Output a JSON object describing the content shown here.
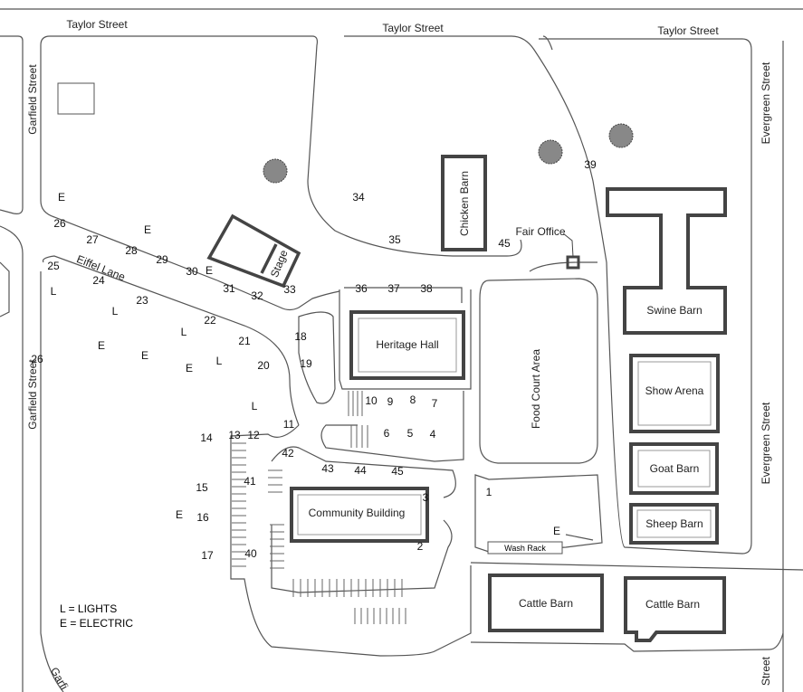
{
  "streets": {
    "taylor": "Taylor Street",
    "garfield": "Garfield Street",
    "garfield_partial": "Garfi",
    "evergreen": "Evergreen Street",
    "evergreen_partial": "Street",
    "eiffel": "Eiffel Lane"
  },
  "buildings": {
    "chicken_barn": "Chicken Barn",
    "heritage_hall": "Heritage Hall",
    "community_building": "Community Building",
    "swine_barn": "Swine Barn",
    "show_arena": "Show Arena",
    "goat_barn": "Goat Barn",
    "sheep_barn": "Sheep Barn",
    "cattle_barn": "Cattle Barn",
    "stage": "Stage",
    "fair_office": "Fair Office",
    "food_court": "Food Court Area",
    "wash_rack": "Wash Rack"
  },
  "legend": {
    "lights": "L = LIGHTS",
    "electric": "E = ELECTRIC"
  },
  "sites": [
    "E",
    "26",
    "27",
    "E",
    "28",
    "29",
    "30",
    "E",
    "25",
    "24",
    "L",
    "23",
    "L",
    "22",
    "L",
    "21",
    "E",
    "E",
    "E",
    "L",
    "20",
    "26",
    "18",
    "19",
    "31",
    "32",
    "33",
    "34",
    "35",
    "36",
    "37",
    "38",
    "45",
    "39",
    "L",
    "10",
    "9",
    "8",
    "7",
    "6",
    "5",
    "4",
    "11",
    "14",
    "13",
    "12",
    "42",
    "43",
    "44",
    "45",
    "41",
    "15",
    "3",
    "E",
    "16",
    "1",
    "E",
    "17",
    "40",
    "2"
  ]
}
